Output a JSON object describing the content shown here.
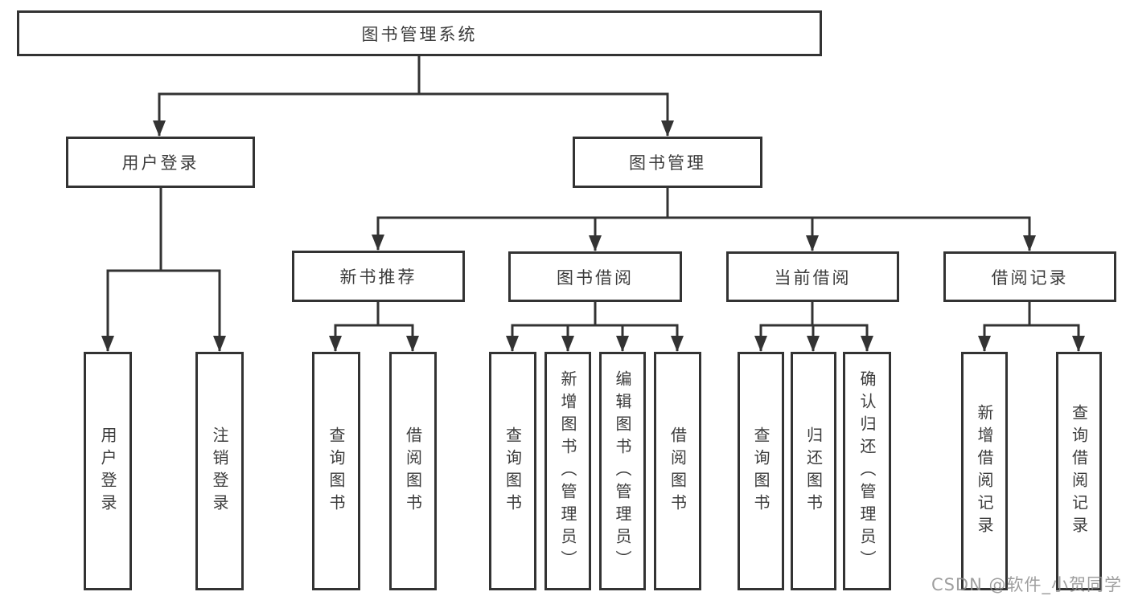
{
  "diagram_title": "图书管理系统",
  "tree": {
    "root": {
      "label": "图书管理系统",
      "children": [
        {
          "label": "用户登录",
          "children": [
            {
              "label": "用户登录"
            },
            {
              "label": "注销登录"
            }
          ]
        },
        {
          "label": "图书管理",
          "children": [
            {
              "label": "新书推荐",
              "children": [
                {
                  "label": "查询图书"
                },
                {
                  "label": "借阅图书"
                }
              ]
            },
            {
              "label": "图书借阅",
              "children": [
                {
                  "label": "查询图书"
                },
                {
                  "label": "新增图书（管理员）"
                },
                {
                  "label": "编辑图书（管理员）"
                },
                {
                  "label": "借阅图书"
                }
              ]
            },
            {
              "label": "当前借阅",
              "children": [
                {
                  "label": "查询图书"
                },
                {
                  "label": "归还图书"
                },
                {
                  "label": "确认归还（管理员）"
                }
              ]
            },
            {
              "label": "借阅记录",
              "children": [
                {
                  "label": "新增借阅记录"
                },
                {
                  "label": "查询借阅记录"
                }
              ]
            }
          ]
        }
      ]
    }
  },
  "watermark": {
    "text": "CSDN @软件_小贺同学"
  },
  "colors": {
    "line": "#333333",
    "box_border": "#333333",
    "text": "#3c3c3c",
    "background": "#ffffff",
    "watermark": "#8f8f8f"
  }
}
